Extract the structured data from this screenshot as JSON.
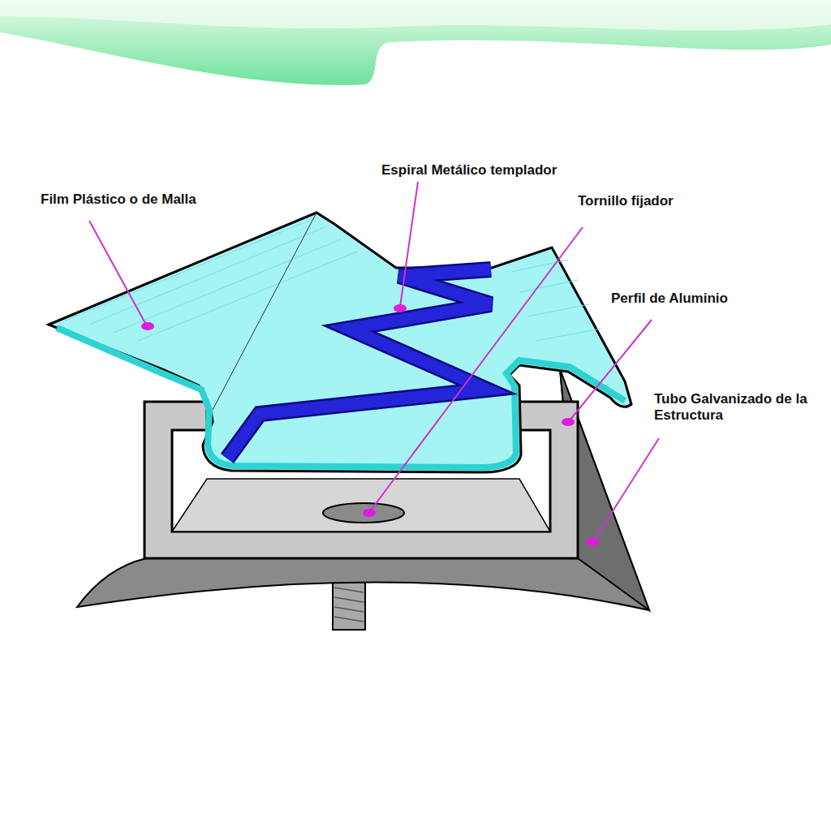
{
  "diagram": {
    "labels": [
      "Film Plástico o de Malla",
      "Espiral Metálico templador",
      "Tornillo fijador",
      "Perfil de Aluminio",
      "Tubo Galvanizado de la Estructura"
    ]
  }
}
